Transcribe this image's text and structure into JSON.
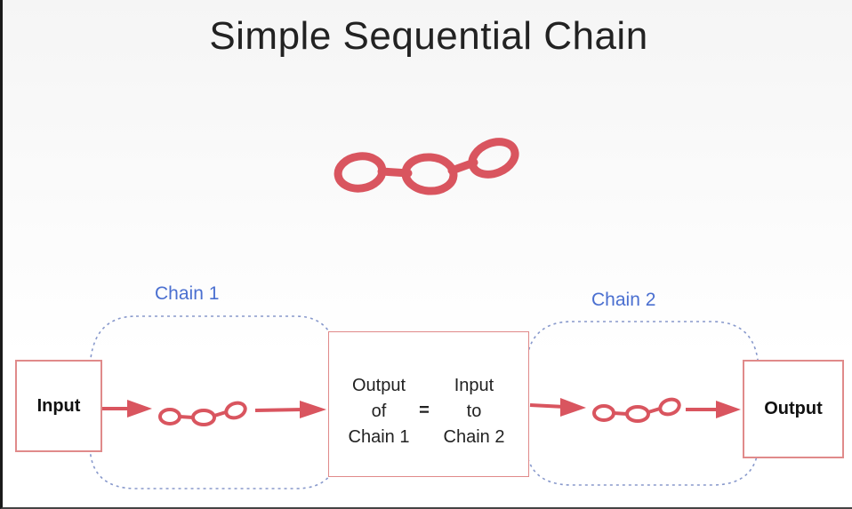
{
  "title": "Simple Sequential Chain",
  "colors": {
    "chain": "#d9555f",
    "arrow": "#d9555f",
    "box_border": "#e08a8a",
    "dashed_outline": "#8899cc",
    "chain_label": "#4a6fd0"
  },
  "diagram": {
    "input_label": "Input",
    "output_label": "Output",
    "chain1_label": "Chain 1",
    "chain2_label": "Chain 2",
    "middle": {
      "left_lines": [
        "Output",
        "of",
        "Chain 1"
      ],
      "equals": "=",
      "right_lines": [
        "Input",
        "to",
        "Chain 2"
      ]
    }
  },
  "icons": [
    "chain-link-icon",
    "arrow-right-icon"
  ]
}
